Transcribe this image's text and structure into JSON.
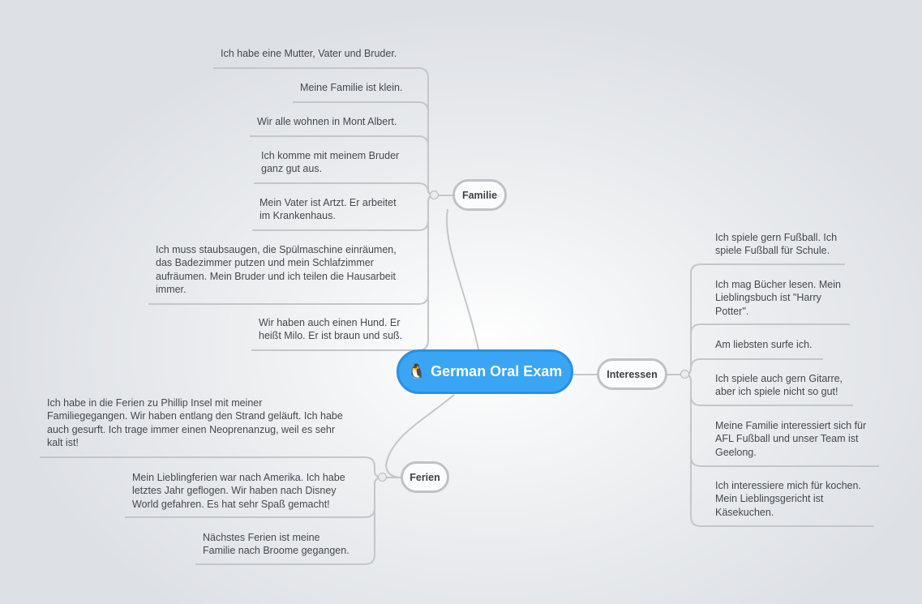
{
  "root": {
    "title": "German Oral Exam",
    "icon": "penguin-icon"
  },
  "branches": {
    "familie": {
      "label": "Familie",
      "items": [
        [
          "Ich habe eine Mutter, Vater und Bruder."
        ],
        [
          "Meine Familie ist klein."
        ],
        [
          "Wir alle wohnen in Mont Albert."
        ],
        [
          "Ich komme mit meinem Bruder",
          "ganz gut aus."
        ],
        [
          "Mein Vater ist Artzt. Er arbeitet",
          "im Krankenhaus."
        ],
        [
          "Ich muss staubsaugen, die Spülmaschine einräumen,",
          "das Badezimmer putzen und mein Schlafzimmer",
          "aufräumen. Mein Bruder und ich teilen die Hausarbeit",
          "immer."
        ],
        [
          "Wir haben auch einen Hund. Er",
          "heißt Milo. Er ist braun und suß."
        ]
      ]
    },
    "interessen": {
      "label": "Interessen",
      "items": [
        [
          "Ich spiele gern Fußball. Ich",
          "spiele Fußball für Schule."
        ],
        [
          "Ich mag Bücher lesen. Mein",
          "Lieblingsbuch ist \"Harry",
          "Potter\"."
        ],
        [
          "Am liebsten surfe ich."
        ],
        [
          "Ich spiele auch gern Gitarre,",
          "aber ich spiele nicht so gut!"
        ],
        [
          "Meine Familie interessiert sich für",
          "AFL Fußball und unser Team ist",
          "Geelong."
        ],
        [
          "Ich interessiere mich für kochen.",
          "Mein Lieblingsgericht ist",
          "Käsekuchen."
        ]
      ]
    },
    "ferien": {
      "label": "Ferien",
      "items": [
        [
          "Ich habe in die Ferien zu Phillip Insel mit meiner",
          "Familiegegangen. Wir haben entlang den Strand geläuft. Ich habe",
          "auch gesurft. Ich trage immer einen Neoprenanzug, weil es sehr",
          "kalt ist!"
        ],
        [
          "Mein Lieblingferien war nach Amerika. Ich habe",
          "letztes Jahr geflogen. Wir haben nach Disney",
          "World gefahren. Es hat sehr Spaß gemacht!"
        ],
        [
          "Nächstes Ferien ist meine",
          "Familie nach Broome gegangen."
        ]
      ]
    }
  },
  "colors": {
    "root": "#3aa5f5",
    "line": "#c4c6ca",
    "text": "#45484d"
  }
}
